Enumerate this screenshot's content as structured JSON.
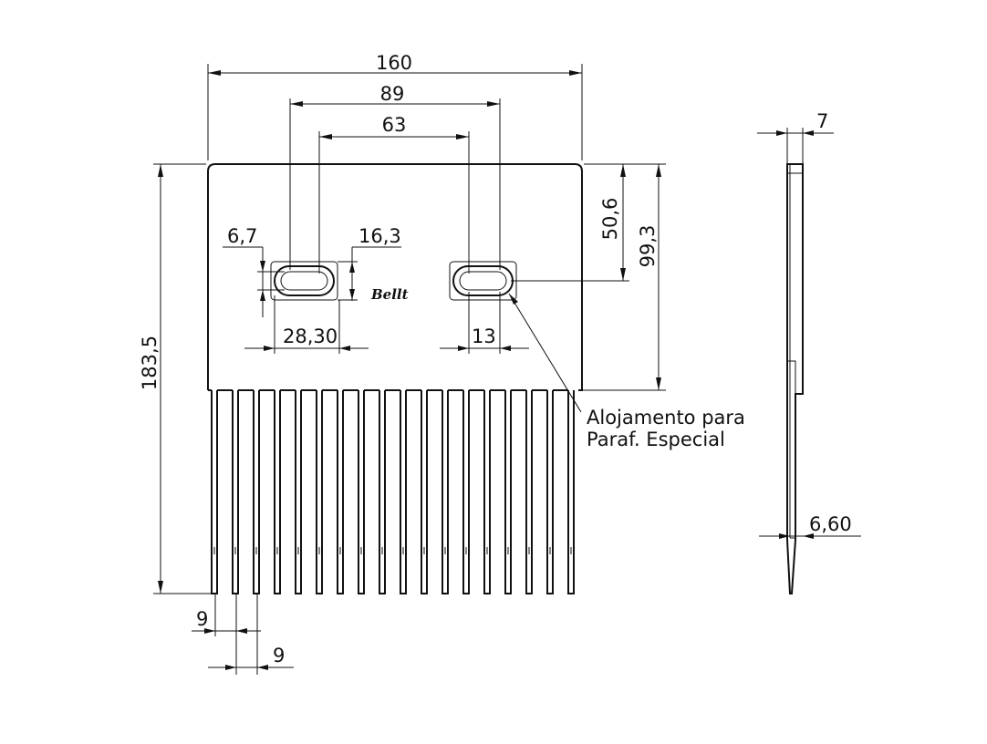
{
  "dimensions": {
    "total_width": "160",
    "slot_outer_span": "89",
    "slot_inner_span": "63",
    "slot_height": "6,7",
    "slot_frame_height": "16,3",
    "slot_offset": "28,30",
    "slot_width": "13",
    "slot_depth": "50,6",
    "body_height": "99,3",
    "total_height": "183,5",
    "thickness": "7",
    "tip_thickness": "6,60",
    "tooth_pitch": "9",
    "tooth_gap": "9"
  },
  "logo_text": "Bellt",
  "callout": {
    "line1": "Alojamento para",
    "line2": "Paraf. Especial"
  }
}
